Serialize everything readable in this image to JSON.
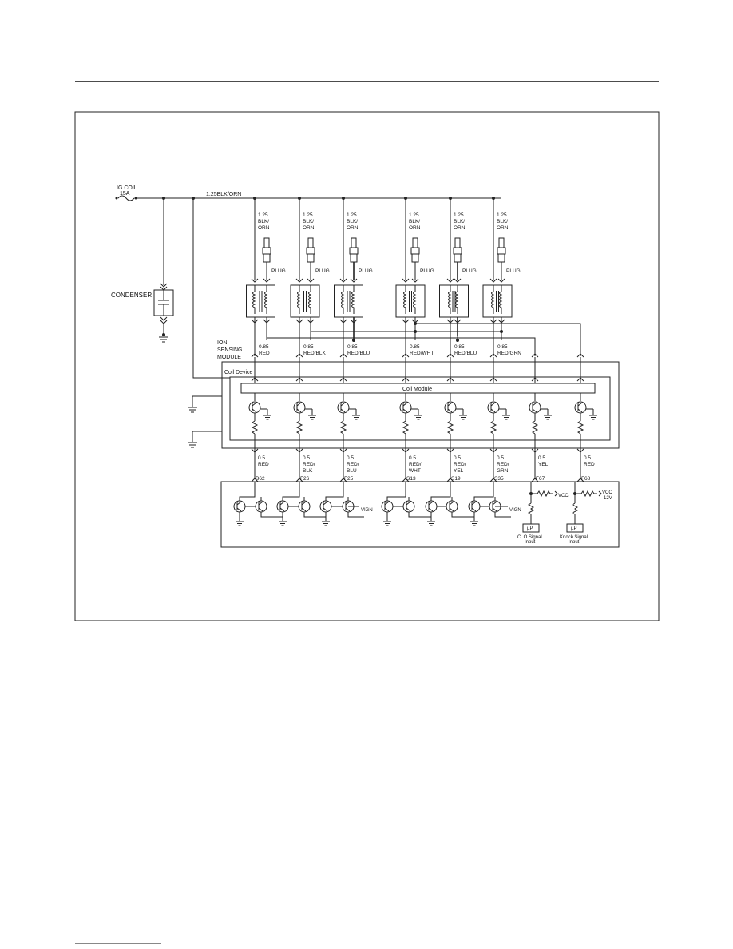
{
  "labels": {
    "ig_coil": "IG COIL",
    "fuse": "15A",
    "main_wire": "1.25BLK/ORN",
    "condenser": "CONDENSER",
    "ion_module_l1": "ION",
    "ion_module_l2": "SENSING",
    "ion_module_l3": "MODULE",
    "coil_device": "Coil Device",
    "coil_module": "Coil Module",
    "vign": "VIGN",
    "vcc": "VCC",
    "vcc12_l1": "VCC",
    "vcc12_l2": "12V",
    "mu_p": "µP",
    "co_signal_l1": "C. O Signal",
    "co_signal_l2": "Input",
    "knock_signal_l1": "Knock Signal",
    "knock_signal_l2": "Input"
  },
  "plugs": [
    {
      "wire_l1": "1.25",
      "wire_l2": "BLK/",
      "wire_l3": "ORN",
      "label": "PLUG",
      "out_l1": "0.85",
      "out_l2": "RED"
    },
    {
      "wire_l1": "1.25",
      "wire_l2": "BLK/",
      "wire_l3": "ORN",
      "label": "PLUG",
      "out_l1": "0.85",
      "out_l2": "RED/BLK"
    },
    {
      "wire_l1": "1.25",
      "wire_l2": "BLK/",
      "wire_l3": "ORN",
      "label": "PLUG",
      "out_l1": "0.85",
      "out_l2": "RED/BLU"
    },
    {
      "wire_l1": "1.25",
      "wire_l2": "BLK/",
      "wire_l3": "ORN",
      "label": "PLUG",
      "out_l1": "0.85",
      "out_l2": "RED/WHT"
    },
    {
      "wire_l1": "1.25",
      "wire_l2": "BLK/",
      "wire_l3": "ORN",
      "label": "PLUG",
      "out_l1": "0.85",
      "out_l2": "RED/BLU"
    },
    {
      "wire_l1": "1.25",
      "wire_l2": "BLK/",
      "wire_l3": "ORN",
      "label": "PLUG",
      "out_l1": "0.85",
      "out_l2": "RED/GRN"
    }
  ],
  "ecm_wires": [
    {
      "l1": "0.5",
      "l2": "RED",
      "l3": "",
      "pin": "B62"
    },
    {
      "l1": "0.5",
      "l2": "RED/",
      "l3": "BLK",
      "pin": "F26"
    },
    {
      "l1": "0.5",
      "l2": "RED/",
      "l3": "BLU",
      "pin": "F25"
    },
    {
      "l1": "0.5",
      "l2": "RED/",
      "l3": "WHT",
      "pin": "S13"
    },
    {
      "l1": "0.5",
      "l2": "RED/",
      "l3": "YEL",
      "pin": "S19"
    },
    {
      "l1": "0.5",
      "l2": "RED/",
      "l3": "GRN",
      "pin": "S35"
    },
    {
      "l1": "0.5",
      "l2": "YEL",
      "l3": "",
      "pin": "F67"
    },
    {
      "l1": "0.5",
      "l2": "RED",
      "l3": "",
      "pin": "F68"
    }
  ]
}
